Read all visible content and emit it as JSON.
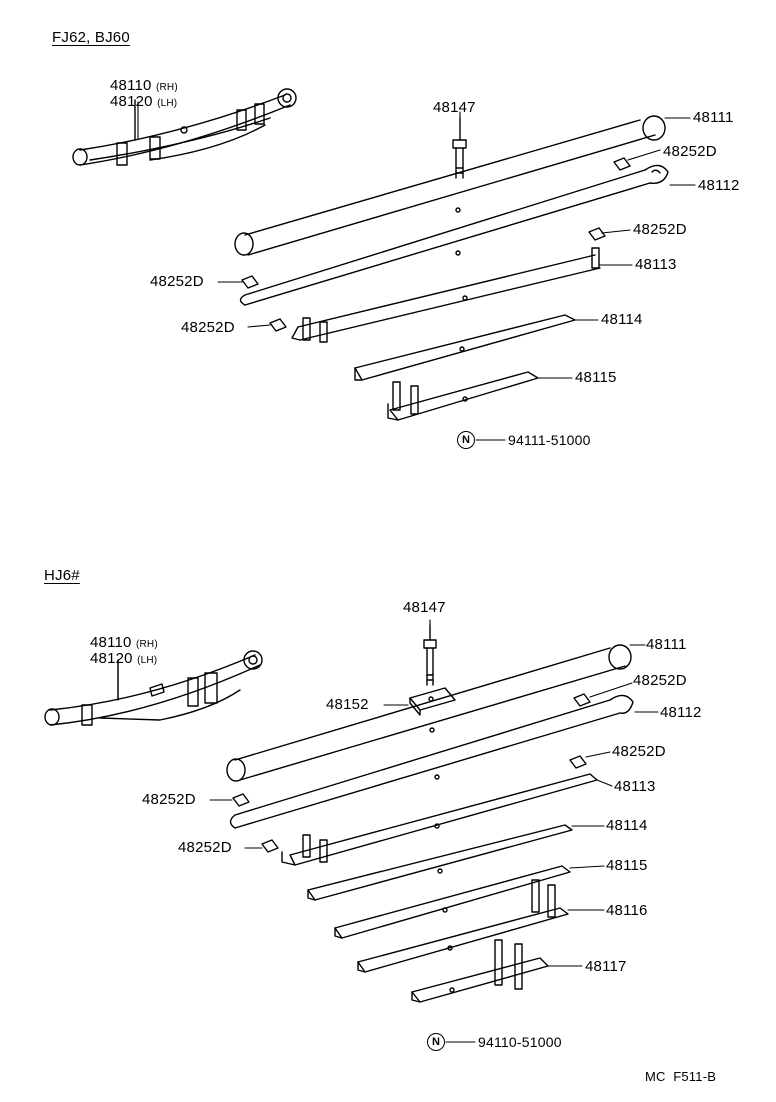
{
  "sections": [
    {
      "title": "FJ62, BJ60",
      "assembly": {
        "rh_part": "48110",
        "rh_suffix": "(RH)",
        "lh_part": "48120",
        "lh_suffix": "(LH)"
      },
      "labels": {
        "bolt": "48147",
        "leaf1": "48111",
        "clip1": "48252D",
        "leaf2": "48112",
        "clip2": "48252D",
        "leaf3": "48113",
        "clip3": "48252D",
        "clip4": "48252D",
        "leaf4": "48114",
        "leaf5": "48115"
      },
      "note_symbol": "N",
      "note_part": "94111-51000"
    },
    {
      "title": "HJ6#",
      "assembly": {
        "rh_part": "48110",
        "rh_suffix": "(RH)",
        "lh_part": "48120",
        "lh_suffix": "(LH)"
      },
      "labels": {
        "bolt": "48147",
        "plate": "48152",
        "leaf1": "48111",
        "clip1": "48252D",
        "leaf2": "48112",
        "clip2": "48252D",
        "clip3": "48252D",
        "leaf3": "48113",
        "clip4": "48252D",
        "leaf4": "48114",
        "leaf5": "48115",
        "leaf6": "48116",
        "leaf7": "48117"
      },
      "note_symbol": "N",
      "note_part": "94110-51000"
    }
  ],
  "footer_code": "MC  F511-B"
}
